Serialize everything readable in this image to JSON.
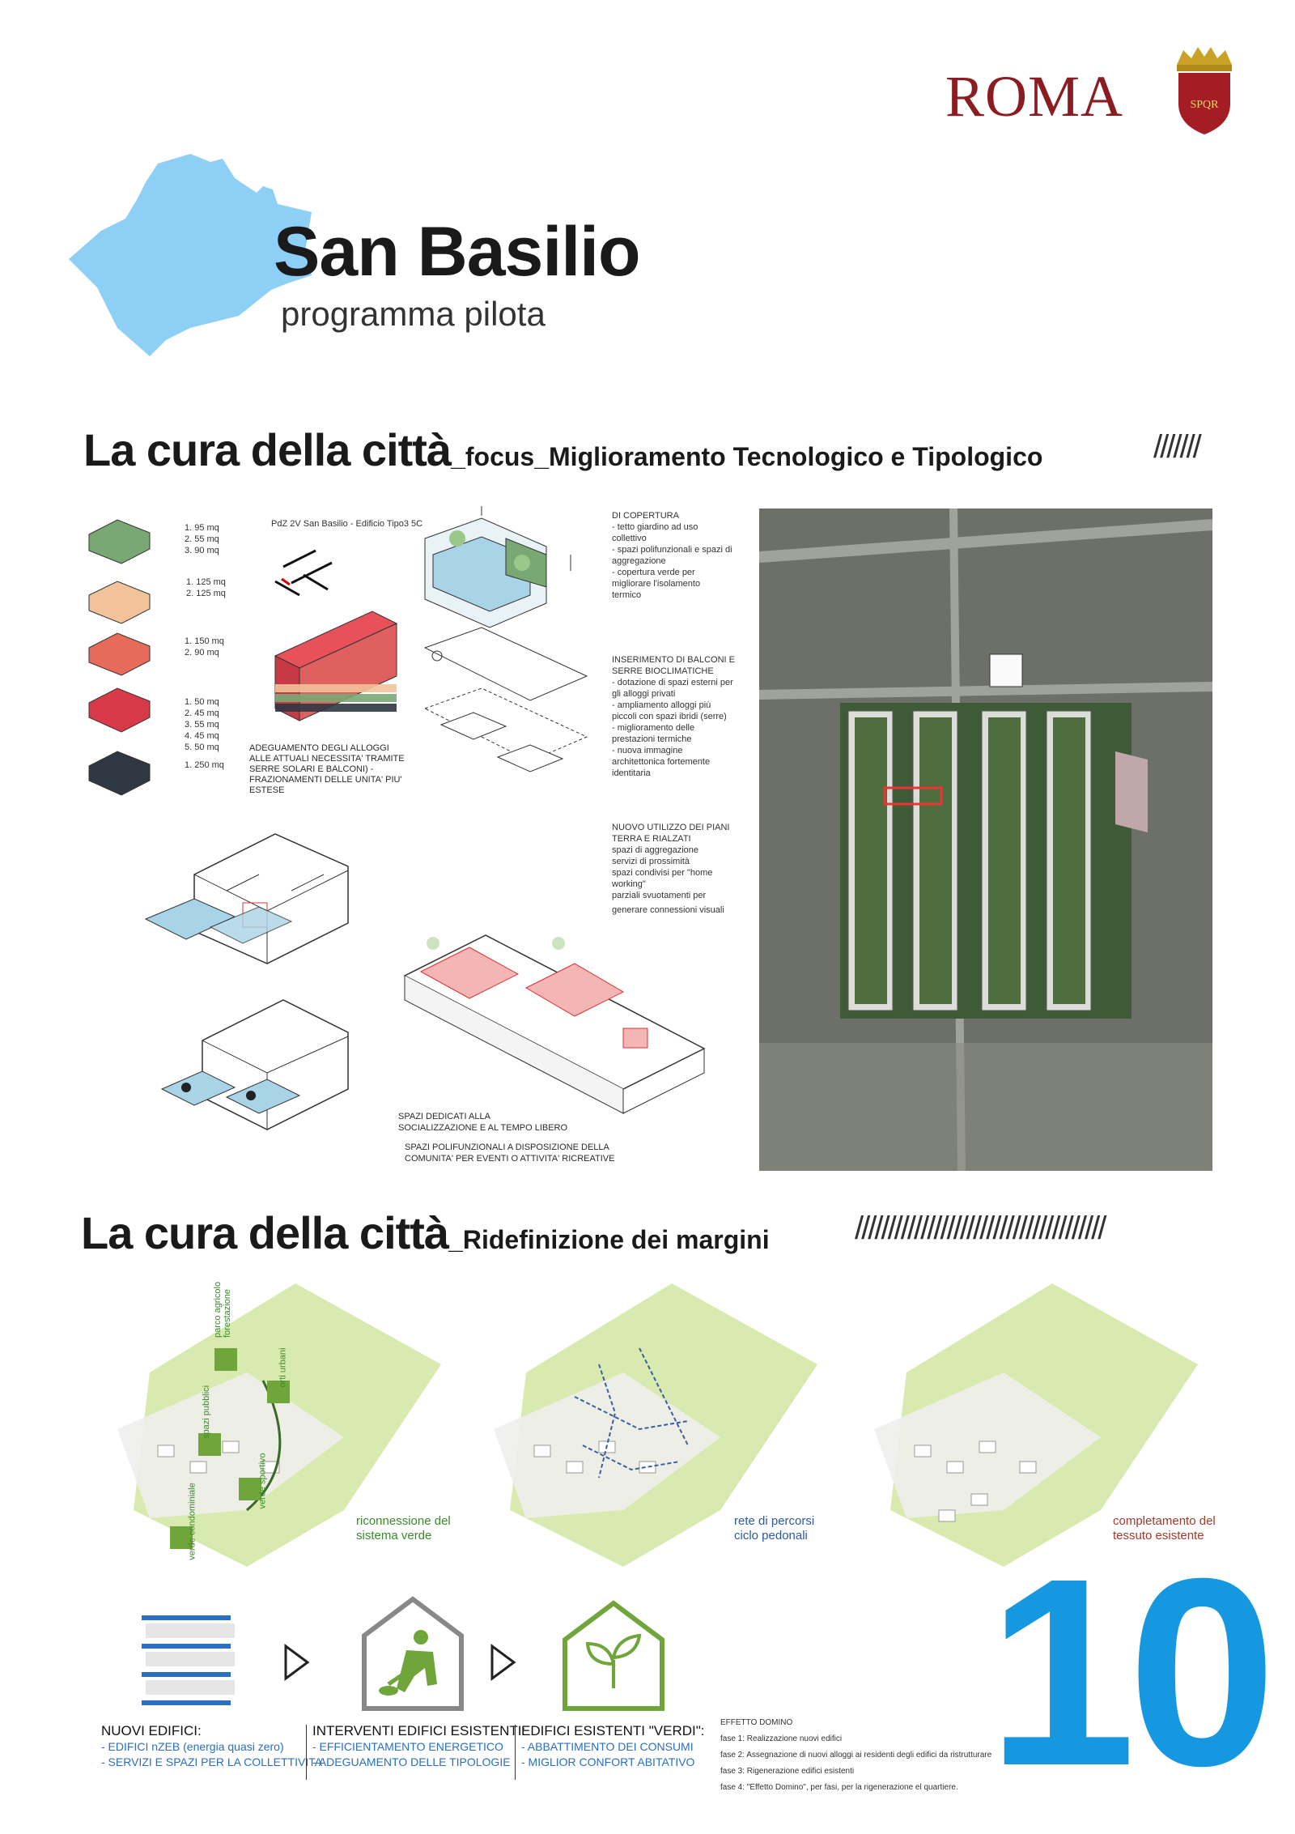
{
  "header": {
    "city": "ROMA",
    "title": "San Basilio",
    "subtitle": "programma pilota",
    "page_number": "10"
  },
  "section1": {
    "title_main": "La cura della città",
    "title_sub": "_focus_Miglioramento Tecnologico e Tipologico",
    "hatch": "///////",
    "unit_areas": [
      [
        "1. 95 mq",
        "2. 55 mq",
        "3. 90 mq"
      ],
      [
        "1. 125 mq",
        "2. 125 mq"
      ],
      [
        "1. 150 mq",
        "2. 90 mq"
      ],
      [
        "1. 50 mq",
        "2. 45 mq",
        "3. 55 mq",
        "4. 45 mq",
        "5. 50 mq"
      ],
      [
        "1. 250 mq"
      ]
    ],
    "building_label": "PdZ 2V San Basilio - Edificio Tipo3 5C",
    "adeguamento": "ADEGUAMENTO DEGLI ALLOGGI ALLE ATTUALI NECESSITA' TRAMITE SERRE SOLARI E BALCONI) - FRAZIONAMENTI DELLE UNITA' PIU' ESTESE",
    "copertura": [
      "DI COPERTURA",
      "- tetto giardino ad uso",
      "collettivo",
      "- spazi polifunzionali e spazi di",
      "aggregazione",
      "- copertura verde per",
      "migliorare l'isolamento",
      "termico"
    ],
    "balconi": [
      "INSERIMENTO DI BALCONI  E",
      "SERRE BIOCLIMATICHE",
      "- dotazione di spazi esterni per",
      "gli alloggi privati",
      "- ampliamento alloggi più",
      "piccoli con spazi ibridi (serre)",
      "- miglioramento delle",
      "prestazioni termiche",
      "- nuova immagine",
      "architettonica fortemente",
      "identitaria"
    ],
    "piani_terra": [
      "NUOVO UTILIZZO DEI PIANI",
      "TERRA E RIALZATI",
      "spazi di aggregazione",
      "servizi di prossimità",
      "spazi condivisi per \"home",
      "working\"",
      "parziali svuotamenti per",
      "generare connessioni visuali"
    ],
    "spazi": [
      "SPAZI DEDICATI ALLA",
      "SOCIALIZZAZIONE E AL TEMPO LIBERO",
      "SPAZI POLIFUNZIONALI A DISPOSIZIONE DELLA",
      "COMUNITA' PER EVENTI O ATTIVITA' RICREATIVE"
    ]
  },
  "section2": {
    "title_main": "La cura della città",
    "title_sub": "_Ridefinizione dei margini",
    "hatch": "//////////////////////////////////////",
    "map1_tags": [
      "parco agricolo forestazione",
      "orti urbani",
      "spazi pubblici",
      "verde sportivo",
      "verde condominiale"
    ],
    "map1_caption": [
      "riconnessione del",
      "sistema verde"
    ],
    "map2_caption": [
      "rete di percorsi",
      "ciclo pedonali"
    ],
    "map3_caption": [
      "completamento del",
      "tessuto esistente"
    ]
  },
  "legend": {
    "col1_title": "NUOVI EDIFICI:",
    "col1_lines": [
      "- EDIFICI nZEB (energia quasi zero)",
      "- SERVIZI E SPAZI PER LA COLLETTIVITA'"
    ],
    "col2_title": "INTERVENTI EDIFICI ESISTENTI:",
    "col2_lines": [
      "- EFFICIENTAMENTO ENERGETICO",
      "- ADEGUAMENTO DELLE TIPOLOGIE"
    ],
    "col3_title": "EDIFICI ESISTENTI \"VERDI\":",
    "col3_lines": [
      "- ABBATTIMENTO DEI CONSUMI",
      "- MIGLIOR CONFORT ABITATIVO"
    ],
    "domino_title": "EFFETTO DOMINO",
    "domino_lines": [
      "fase 1: Realizzazione nuovi edifici",
      "fase 2: Assegnazione di nuovi alloggi ai residenti degli edifici da ristrutturare",
      "fase 3: Rigenerazione edifici esistenti",
      "fase 4: \"Effetto Domino\", per fasi, per la rigenerazione el quartiere."
    ]
  },
  "colors": {
    "roma_red": "#8b1c22",
    "accent_blue": "#1598e0",
    "map_blue": "#8ecff5",
    "green": "#6fa53a",
    "light_green": "#cfe4a0"
  }
}
